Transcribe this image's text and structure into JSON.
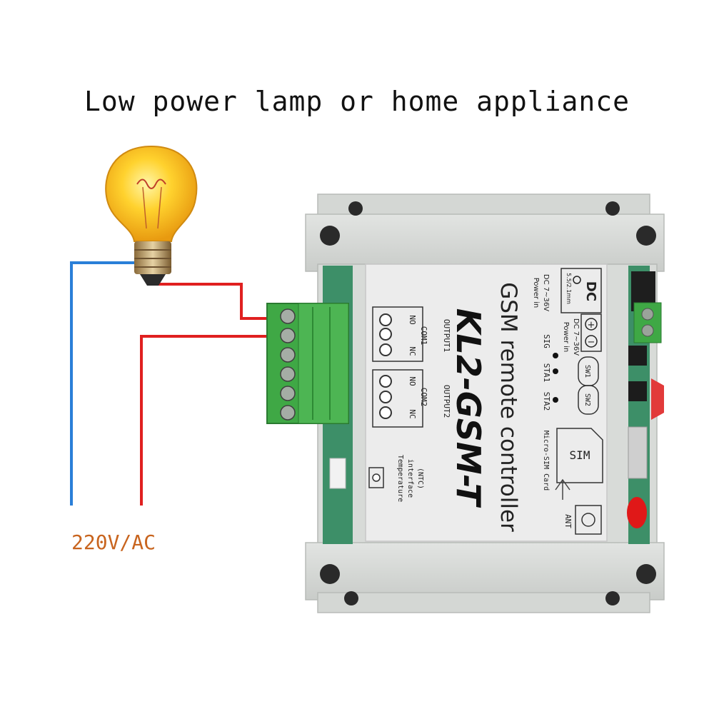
{
  "headline": "Low power lamp or home appliance",
  "supply_label": "220V/AC",
  "colors": {
    "wire_blue": "#2a7fd8",
    "wire_red": "#e02020",
    "supply_text": "#c8641e",
    "terminal_green": "#3fa845",
    "enclosure_gray": "#d8dbd8",
    "label_panel": "#ececec"
  },
  "icons": {
    "lamp": "light-bulb-icon",
    "terminal_block": "screw-terminal-icon",
    "sim": "sim-card-icon",
    "antenna": "antenna-port-icon"
  },
  "device": {
    "model": "KL2-GSM-T",
    "subtitle": "GSM remote controller",
    "power": {
      "title_line1": "Power in",
      "title_line2": "DC 7~36V",
      "jack_spec": "5.5/2.1mm",
      "dc": "DC"
    },
    "power2": {
      "line1": "Power in",
      "line2": "DC 7~36V",
      "minus": "−",
      "plus": "+"
    },
    "indicators": {
      "sig": "SIG",
      "sta1": "STA1",
      "sta2": "STA2"
    },
    "switches": {
      "sw1": "SW1",
      "sw2": "SW2"
    },
    "output1": {
      "title": "OUTPUT1",
      "com": "COM1",
      "no": "NO",
      "nc": "NC"
    },
    "output2": {
      "title": "OUTPUT2",
      "com": "COM2",
      "no": "NO",
      "nc": "NC"
    },
    "temperature": {
      "line1": "Temperature",
      "line2": "interface",
      "line3": "(NTC)"
    },
    "sim": {
      "label": "Micro-SIM Card",
      "slot": "SIM"
    },
    "antenna": {
      "label": "ANT"
    }
  }
}
